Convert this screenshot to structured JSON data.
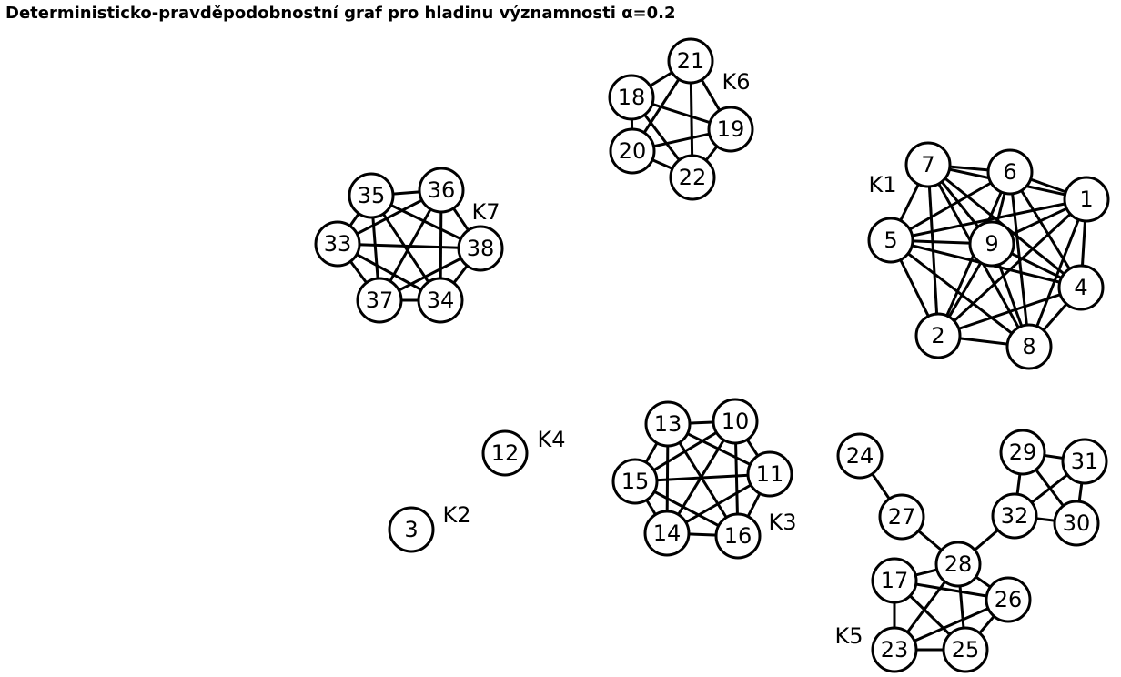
{
  "title": "Deterministicko-pravděpodobnostní graf pro hladinu významnosti α=0.2",
  "colors": {
    "stroke": "#000000",
    "node_fill": "#ffffff",
    "background": "#ffffff"
  },
  "nodes": [
    "1",
    "2",
    "3",
    "4",
    "5",
    "6",
    "7",
    "8",
    "9",
    "10",
    "11",
    "12",
    "13",
    "14",
    "15",
    "16",
    "17",
    "18",
    "19",
    "20",
    "21",
    "22",
    "23",
    "24",
    "25",
    "26",
    "27",
    "28",
    "29",
    "30",
    "31",
    "32",
    "33",
    "34",
    "35",
    "36",
    "37",
    "38"
  ],
  "clusters": [
    {
      "label": "K1",
      "members": [
        "1",
        "2",
        "4",
        "5",
        "6",
        "7",
        "8",
        "9"
      ]
    },
    {
      "label": "K2",
      "members": [
        "3"
      ]
    },
    {
      "label": "K3",
      "members": [
        "10",
        "11",
        "13",
        "14",
        "15",
        "16"
      ]
    },
    {
      "label": "K4",
      "members": [
        "12"
      ]
    },
    {
      "label": "K5",
      "members": [
        "17",
        "23",
        "24",
        "25",
        "26",
        "27",
        "28",
        "29",
        "30",
        "31",
        "32"
      ]
    },
    {
      "label": "K6",
      "members": [
        "18",
        "19",
        "20",
        "21",
        "22"
      ]
    },
    {
      "label": "K7",
      "members": [
        "33",
        "34",
        "35",
        "36",
        "37",
        "38"
      ]
    }
  ],
  "edges": [
    [
      "7",
      "6"
    ],
    [
      "7",
      "1"
    ],
    [
      "7",
      "5"
    ],
    [
      "7",
      "9"
    ],
    [
      "7",
      "4"
    ],
    [
      "7",
      "8"
    ],
    [
      "7",
      "2"
    ],
    [
      "6",
      "1"
    ],
    [
      "6",
      "5"
    ],
    [
      "6",
      "9"
    ],
    [
      "6",
      "4"
    ],
    [
      "6",
      "8"
    ],
    [
      "6",
      "2"
    ],
    [
      "1",
      "5"
    ],
    [
      "1",
      "9"
    ],
    [
      "1",
      "4"
    ],
    [
      "1",
      "8"
    ],
    [
      "1",
      "2"
    ],
    [
      "5",
      "9"
    ],
    [
      "5",
      "4"
    ],
    [
      "5",
      "8"
    ],
    [
      "5",
      "2"
    ],
    [
      "9",
      "4"
    ],
    [
      "9",
      "8"
    ],
    [
      "9",
      "2"
    ],
    [
      "4",
      "8"
    ],
    [
      "4",
      "2"
    ],
    [
      "2",
      "8"
    ],
    [
      "21",
      "18"
    ],
    [
      "21",
      "20"
    ],
    [
      "21",
      "19"
    ],
    [
      "21",
      "22"
    ],
    [
      "18",
      "20"
    ],
    [
      "18",
      "19"
    ],
    [
      "18",
      "22"
    ],
    [
      "20",
      "19"
    ],
    [
      "20",
      "22"
    ],
    [
      "19",
      "22"
    ],
    [
      "35",
      "36"
    ],
    [
      "35",
      "33"
    ],
    [
      "35",
      "38"
    ],
    [
      "35",
      "37"
    ],
    [
      "35",
      "34"
    ],
    [
      "36",
      "33"
    ],
    [
      "36",
      "38"
    ],
    [
      "36",
      "37"
    ],
    [
      "36",
      "34"
    ],
    [
      "33",
      "38"
    ],
    [
      "33",
      "37"
    ],
    [
      "33",
      "34"
    ],
    [
      "38",
      "37"
    ],
    [
      "38",
      "34"
    ],
    [
      "37",
      "34"
    ],
    [
      "13",
      "10"
    ],
    [
      "13",
      "15"
    ],
    [
      "13",
      "11"
    ],
    [
      "13",
      "14"
    ],
    [
      "13",
      "16"
    ],
    [
      "10",
      "15"
    ],
    [
      "10",
      "11"
    ],
    [
      "10",
      "14"
    ],
    [
      "10",
      "16"
    ],
    [
      "15",
      "11"
    ],
    [
      "15",
      "14"
    ],
    [
      "15",
      "16"
    ],
    [
      "11",
      "14"
    ],
    [
      "11",
      "16"
    ],
    [
      "14",
      "16"
    ],
    [
      "24",
      "27"
    ],
    [
      "27",
      "28"
    ],
    [
      "28",
      "32"
    ],
    [
      "29",
      "31"
    ],
    [
      "29",
      "32"
    ],
    [
      "29",
      "30"
    ],
    [
      "31",
      "32"
    ],
    [
      "31",
      "30"
    ],
    [
      "32",
      "30"
    ],
    [
      "28",
      "17"
    ],
    [
      "28",
      "26"
    ],
    [
      "28",
      "23"
    ],
    [
      "28",
      "25"
    ],
    [
      "17",
      "26"
    ],
    [
      "17",
      "23"
    ],
    [
      "17",
      "25"
    ],
    [
      "26",
      "23"
    ],
    [
      "26",
      "25"
    ],
    [
      "23",
      "25"
    ]
  ]
}
